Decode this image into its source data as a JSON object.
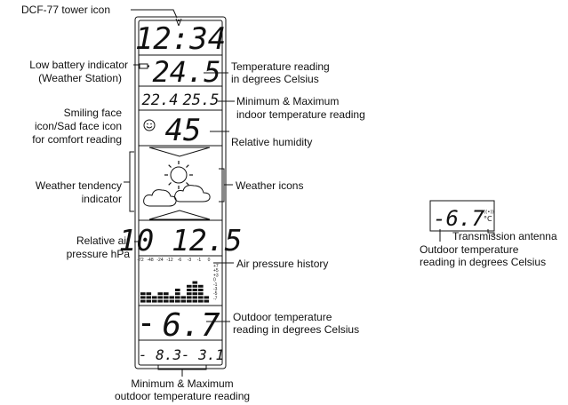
{
  "display": {
    "time": "12:34",
    "indoor_temp": "24.5",
    "indoor_min": "22.4",
    "indoor_max": "25.5",
    "humidity": "45",
    "pressure": "10 12.5",
    "outdoor_temp": "6.7",
    "outdoor_sign": "-",
    "outdoor_min": "- 8.3",
    "outdoor_max": "- 3.1",
    "history_ticks": [
      "-72",
      "-48",
      "-24",
      "-12",
      "-6",
      "-3",
      "-1",
      "0"
    ],
    "history_scale": [
      "+7",
      "+5",
      "+3",
      "0",
      "-1",
      "-3",
      "-5",
      "-7"
    ],
    "history_bars": [
      3,
      3,
      2,
      3,
      3,
      2,
      4,
      2,
      5,
      6,
      5,
      2
    ],
    "remote_temp": "-6.7",
    "remote_unit": "°C",
    "remote_antenna": "((•))"
  },
  "labels": {
    "dcf_tower": "DCF-77 tower icon",
    "low_battery_1": "Low battery indicator",
    "low_battery_2": "(Weather Station)",
    "temp_reading_1": "Temperature reading",
    "temp_reading_2": "in degrees Celsius",
    "minmax_indoor_1": "Minimum & Maximum",
    "minmax_indoor_2": "indoor temperature reading",
    "smiling_1": "Smiling face",
    "smiling_2": "icon/Sad face icon",
    "smiling_3": "for comfort reading",
    "rel_humidity": "Relative humidity",
    "tendency_1": "Weather tendency",
    "tendency_2": "indicator",
    "weather_icons": "Weather icons",
    "rel_air_1": "Relative air",
    "rel_air_2": "pressure hPa",
    "air_history": "Air pressure history",
    "outdoor_temp_1": "Outdoor temperature",
    "outdoor_temp_2": "reading in degrees Celsius",
    "minmax_outdoor_1": "Minimum & Maximum",
    "minmax_outdoor_2": "outdoor temperature reading",
    "transmission_antenna": "Transmission antenna",
    "remote_outdoor_1": "Outdoor temperature",
    "remote_outdoor_2": "reading in degrees Celsius"
  }
}
